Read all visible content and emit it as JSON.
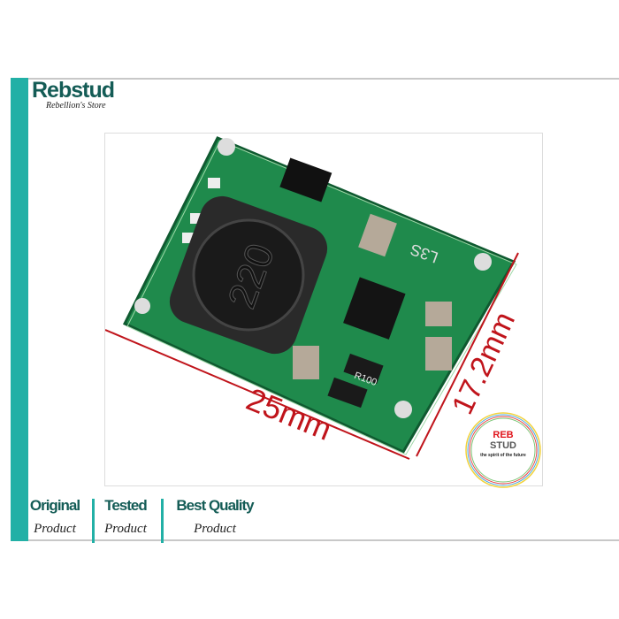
{
  "brand": {
    "name": "Rebstud",
    "tagline": "Rebellion's Store"
  },
  "product": {
    "inductor_marking": "220",
    "dimension_width": "25mm",
    "dimension_height": "17.2mm",
    "resistor_marking": "R100",
    "board_marking": "L3S"
  },
  "seal": {
    "line1": "REB",
    "line2": "STUD",
    "line3": "the spirit of the future"
  },
  "features": [
    {
      "title": "Original",
      "subtitle": "Product"
    },
    {
      "title": "Tested",
      "subtitle": "Product"
    },
    {
      "title": "Best Quality",
      "subtitle": "Product"
    }
  ],
  "colors": {
    "teal": "#22b0a6",
    "brand_text": "#145c56",
    "pcb_green": "#1f8a4c",
    "dimension_red": "#c0141b"
  }
}
